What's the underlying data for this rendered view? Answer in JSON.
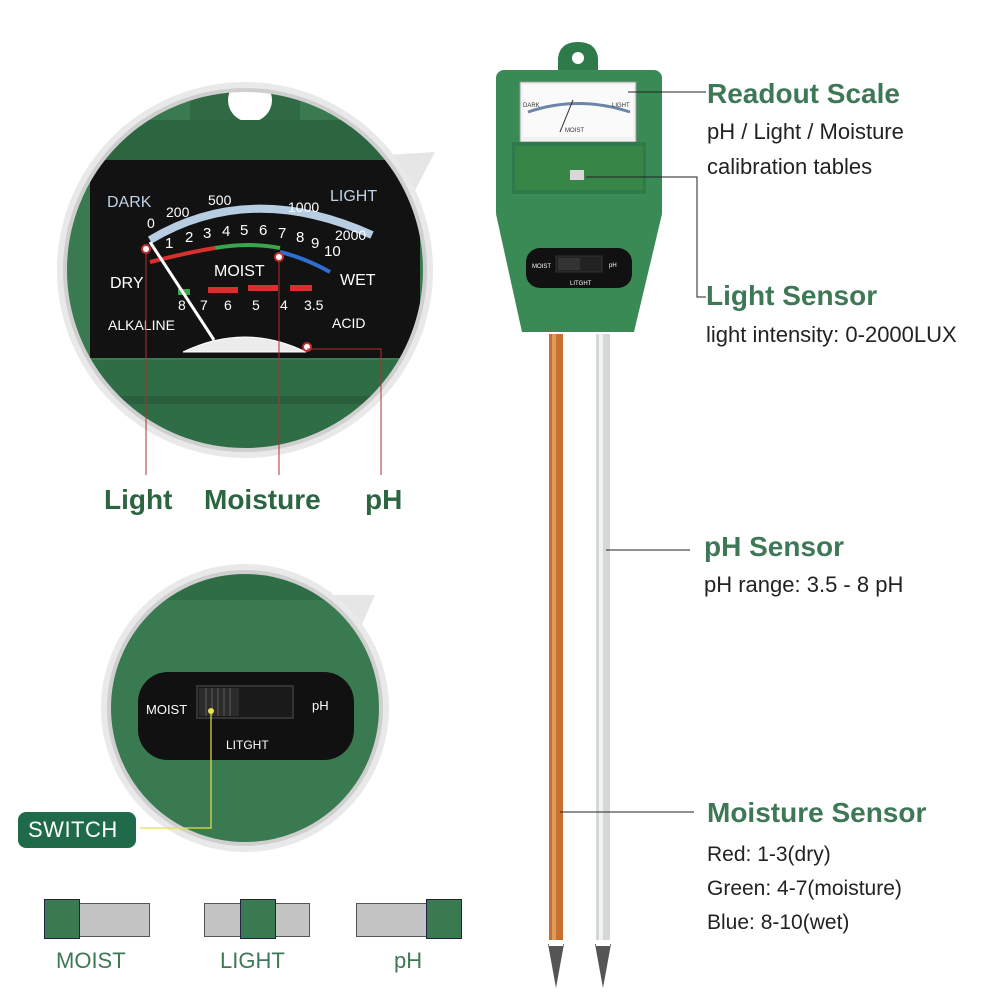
{
  "dial": {
    "dark": "DARK",
    "light": "LIGHT",
    "dry": "DRY",
    "moist": "MOIST",
    "wet": "WET",
    "alkaline": "ALKALINE",
    "acid": "ACID",
    "light_ticks": [
      "0",
      "200",
      "500",
      "1000",
      "2000"
    ],
    "moist_ticks": [
      "1",
      "2",
      "3",
      "4",
      "5",
      "6",
      "7",
      "8",
      "9",
      "10"
    ],
    "ph_ticks": [
      "8",
      "7",
      "6",
      "5",
      "4",
      "3.5"
    ]
  },
  "callouts": {
    "light": "Light",
    "moisture": "Moisture",
    "ph": "pH"
  },
  "switch_zoom": {
    "moist": "MOIST",
    "ph": "pH",
    "light": "LITGHT",
    "switch_label": "SWITCH"
  },
  "switch_positions": [
    {
      "label": "MOIST",
      "position": "left"
    },
    {
      "label": "LIGHT",
      "position": "middle"
    },
    {
      "label": "pH",
      "position": "right"
    }
  ],
  "device": {
    "small_moist": "MOIST",
    "small_ph": "pH",
    "small_light": "LITGHT"
  },
  "features": {
    "readout": {
      "title": "Readout Scale",
      "lines": [
        "pH / Light / Moisture",
        "calibration tables"
      ]
    },
    "light_sensor": {
      "title": "Light Sensor",
      "lines": [
        "light intensity: 0-2000LUX"
      ]
    },
    "ph_sensor": {
      "title": "pH Sensor",
      "lines": [
        "pH range: 3.5 - 8 pH"
      ]
    },
    "moisture_sensor": {
      "title": "Moisture Sensor",
      "lines": [
        "Red: 1-3(dry)",
        "Green: 4-7(moisture)",
        "Blue: 8-10(wet)"
      ]
    }
  },
  "colors": {
    "device_green": "#3a7a50",
    "dark_green": "#2c6641",
    "title_green": "#3e7856",
    "dial_red": "#d9302f",
    "dial_green": "#3aa64a",
    "dial_blue": "#2f6fd1",
    "switch_badge": "#1f6a48"
  }
}
